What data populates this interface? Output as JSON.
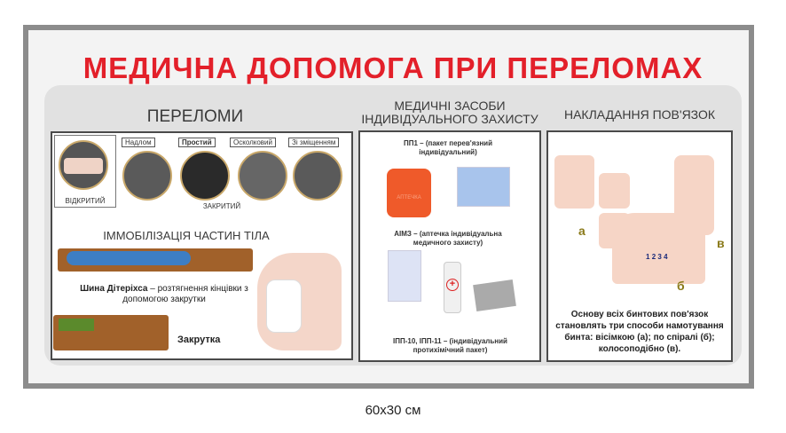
{
  "title": "МЕДИЧНА ДОПОМОГА ПРИ ПЕРЕЛОМАХ",
  "sections": {
    "fractures": {
      "heading": "ПЕРЕЛОМИ",
      "open": "ВІДКРИТИЙ",
      "closed": "ЗАКРИТИЙ",
      "types": [
        "Надлом",
        "Простий",
        "Осколковий",
        "Зі зміщенням"
      ]
    },
    "immobilization": {
      "heading": "ІММОБІЛІЗАЦІЯ ЧАСТИН ТІЛА",
      "splint_bold": "Шина Дітеріхса",
      "splint_text": " – розтягнення кінцівки з допомогою закрутки",
      "twist": "Закрутка"
    },
    "protection": {
      "heading_line1": "МЕДИЧНІ ЗАСОБИ",
      "heading_line2": "ІНДИВІДУАЛЬНОГО ЗАХИСТУ",
      "pp1": "ПП1 – (пакет перев'язний індивідуальний)",
      "aim3": "АІМЗ – (аптечка індивідуальна медичного захисту)",
      "ipp": "ІПП-10, ІПП-11 – (індивідуальний протихімічний пакет)",
      "kit_label": "АПТЕЧКА"
    },
    "bandaging": {
      "heading": "НАКЛАДАННЯ ПОВ'ЯЗОК",
      "letter_a": "а",
      "letter_b": "б",
      "letter_v": "в",
      "numbers": [
        "1",
        "2",
        "3",
        "4"
      ],
      "text": "Основу всіх бинтових пов'язок становлять три способи намотування бинта: вісімкою (а); по спіралі (б); колосоподібно (в)."
    }
  },
  "size_caption": "60x30 см",
  "colors": {
    "title": "#e3202a",
    "frame": "#8c8c8c",
    "panel": "#e1e1e1"
  }
}
